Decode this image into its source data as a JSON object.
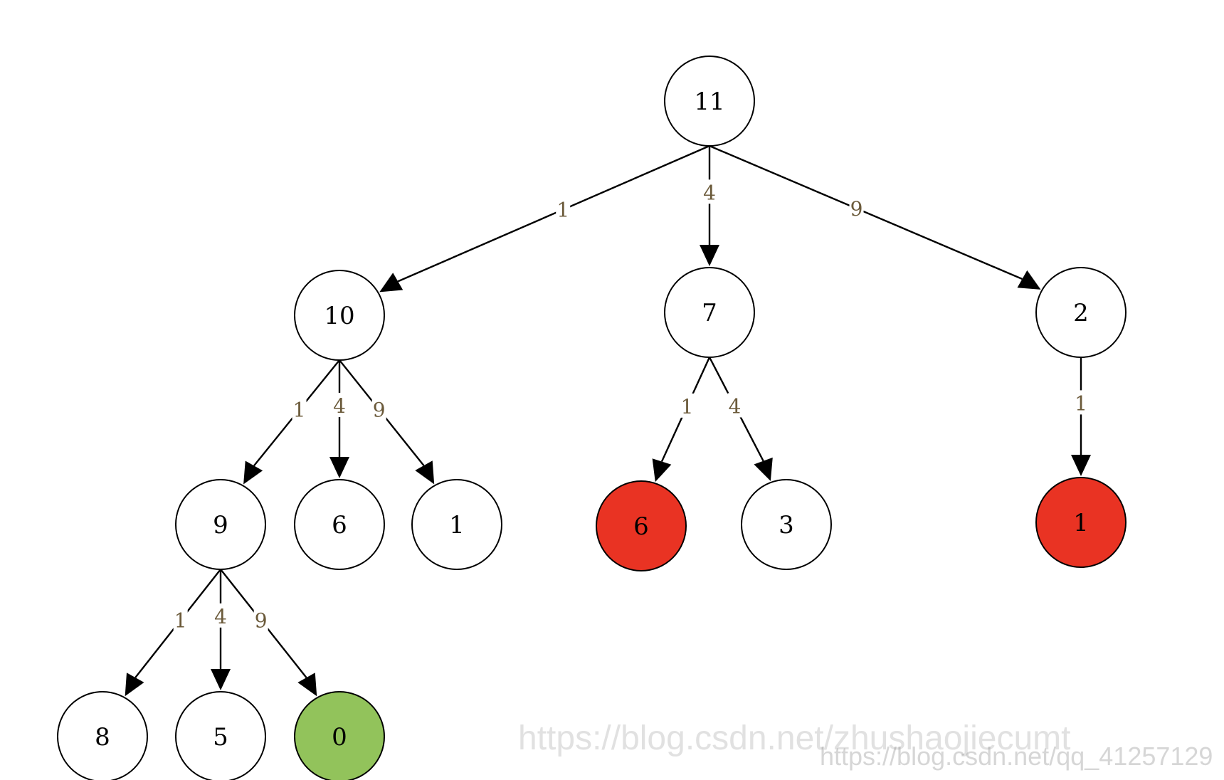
{
  "tree": {
    "colors": {
      "default": "#ffffff",
      "red": "#e93323",
      "green": "#92c35b"
    },
    "nodes": [
      {
        "id": "n11",
        "label": "11",
        "color": "default"
      },
      {
        "id": "n10",
        "label": "10",
        "color": "default"
      },
      {
        "id": "n7",
        "label": "7",
        "color": "default"
      },
      {
        "id": "n2",
        "label": "2",
        "color": "default"
      },
      {
        "id": "n9",
        "label": "9",
        "color": "default"
      },
      {
        "id": "n6a",
        "label": "6",
        "color": "default"
      },
      {
        "id": "n1a",
        "label": "1",
        "color": "default"
      },
      {
        "id": "n6b",
        "label": "6",
        "color": "red"
      },
      {
        "id": "n3",
        "label": "3",
        "color": "default"
      },
      {
        "id": "n1b",
        "label": "1",
        "color": "red"
      },
      {
        "id": "n8",
        "label": "8",
        "color": "default"
      },
      {
        "id": "n5",
        "label": "5",
        "color": "default"
      },
      {
        "id": "n0",
        "label": "0",
        "color": "green"
      }
    ],
    "edges": [
      {
        "from": "n11",
        "to": "n10",
        "label": "1"
      },
      {
        "from": "n11",
        "to": "n7",
        "label": "4"
      },
      {
        "from": "n11",
        "to": "n2",
        "label": "9"
      },
      {
        "from": "n10",
        "to": "n9",
        "label": "1"
      },
      {
        "from": "n10",
        "to": "n6a",
        "label": "4"
      },
      {
        "from": "n10",
        "to": "n1a",
        "label": "9"
      },
      {
        "from": "n7",
        "to": "n6b",
        "label": "1"
      },
      {
        "from": "n7",
        "to": "n3",
        "label": "4"
      },
      {
        "from": "n2",
        "to": "n1b",
        "label": "1"
      },
      {
        "from": "n9",
        "to": "n8",
        "label": "1"
      },
      {
        "from": "n9",
        "to": "n5",
        "label": "4"
      },
      {
        "from": "n9",
        "to": "n0",
        "label": "9"
      }
    ]
  },
  "watermark": {
    "primary": "https://blog.csdn.net/zhushaojiecumt",
    "secondary": "https://blog.csdn.net/qq_41257129"
  }
}
